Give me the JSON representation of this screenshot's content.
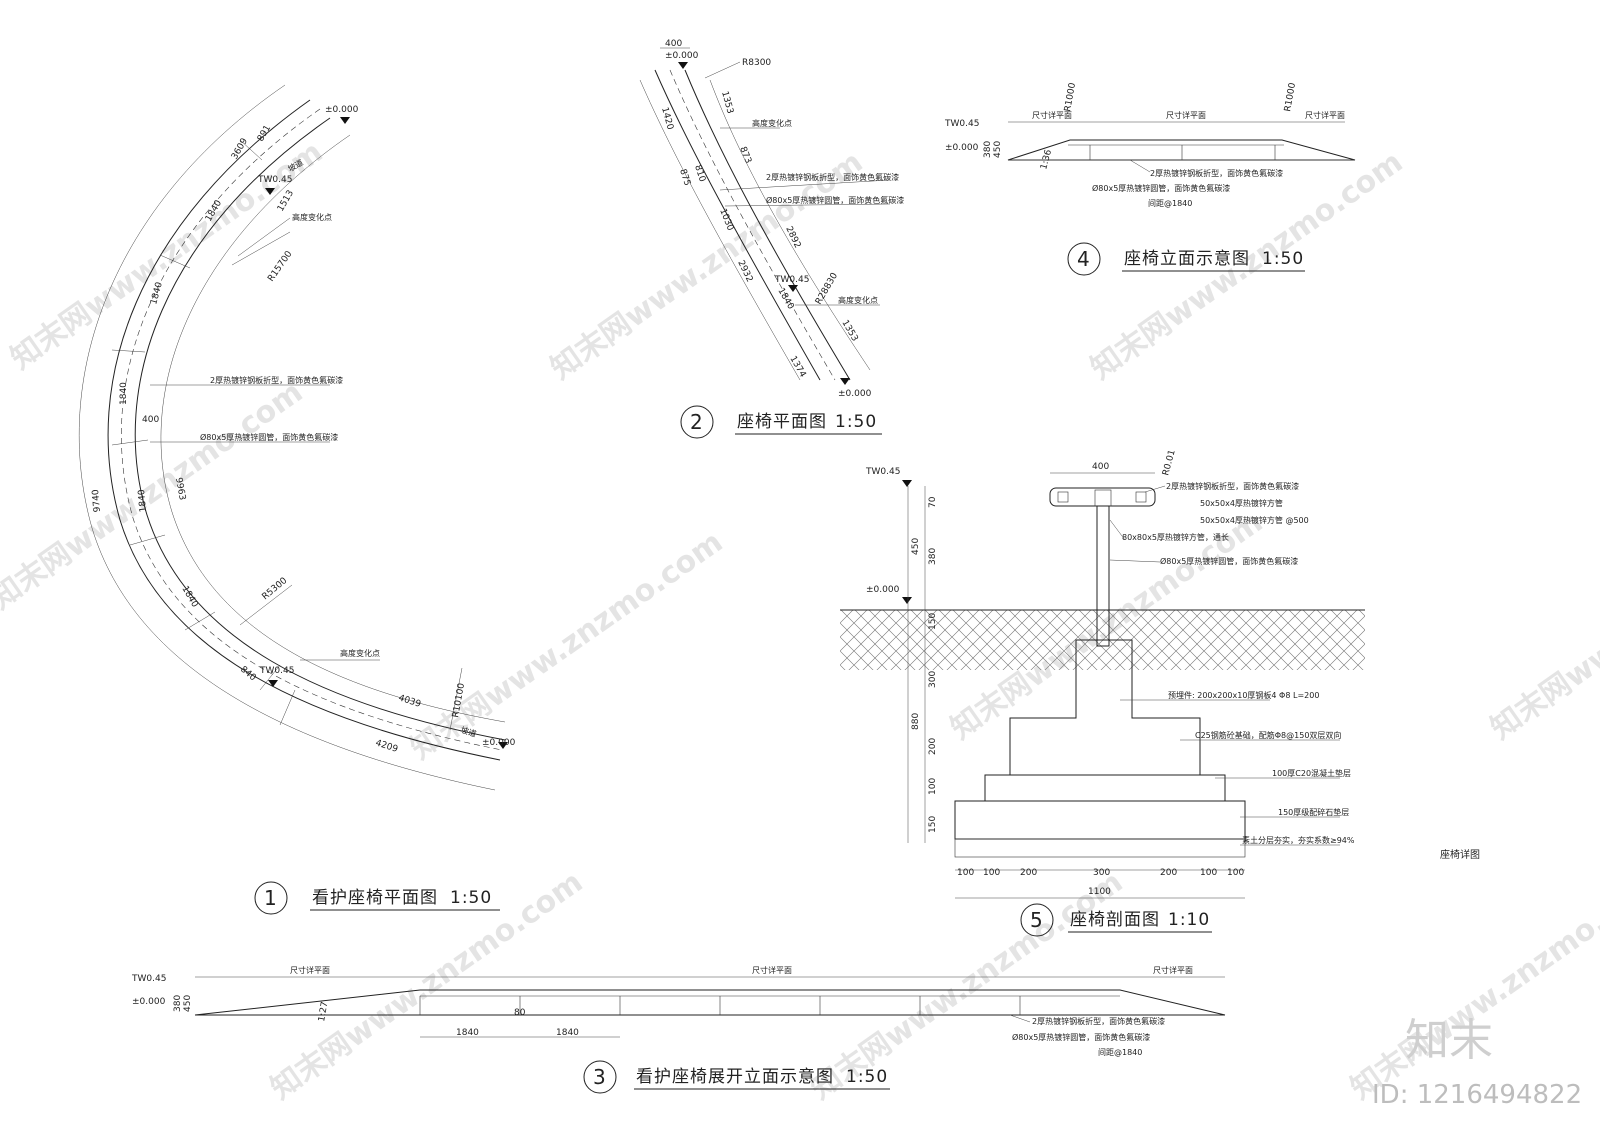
{
  "drawing1": {
    "number": "1",
    "title": "看护座椅平面图",
    "scale": "1:50",
    "level_top": "±0.000",
    "level_mid": "TW0.45",
    "level_mid2": "TW0.45",
    "level_bottom": "±0.000",
    "dims": [
      "3609",
      "891",
      "1840",
      "1513",
      "1840",
      "1840",
      "400",
      "9740",
      "9963",
      "1840",
      "1840",
      "840",
      "4039",
      "4209"
    ],
    "radius_outer": "R15700",
    "radius_inner": "R5300",
    "radius_end": "R10100",
    "note_change_top": "高度变化点",
    "note_change_bottom": "高度变化点",
    "note_slope_top": "坡道",
    "note_slope_bottom": "坡道",
    "note_plate": "2厚热镀锌钢板折型，面饰黄色氟碳漆",
    "note_pipe": "Ø80x5厚热镀锌圆管，面饰黄色氟碳漆"
  },
  "drawing2": {
    "number": "2",
    "title": "座椅平面图",
    "scale": "1:50",
    "level_top": "±0.000",
    "level_mid": "TW0.45",
    "level_bottom": "±0.000",
    "width_dim": "400",
    "radius_a": "R8300",
    "radius_b": "R28830",
    "dims": [
      "1420",
      "1353",
      "875",
      "810",
      "873",
      "1030",
      "2932",
      "2892",
      "1840",
      "1353",
      "1374"
    ],
    "note_change_top": "高度变化点",
    "note_change_bottom": "高度变化点",
    "note_plate": "2厚热镀锌钢板折型，面饰黄色氟碳漆",
    "note_pipe": "Ø80x5厚热镀锌圆管，面饰黄色氟碳漆"
  },
  "drawing3": {
    "number": "3",
    "title": "看护座椅展开立面示意图",
    "scale": "1:50",
    "level_top": "TW0.45",
    "level_bottom": "±0.000",
    "dim_h1": "380",
    "dim_h2": "450",
    "slope": "1:27",
    "gap": "80",
    "spacing_a": "1840",
    "spacing_b": "1840",
    "ref_left": "尺寸详平面",
    "ref_mid": "尺寸详平面",
    "ref_right": "尺寸详平面",
    "note_plate": "2厚热镀锌钢板折型，面饰黄色氟碳漆",
    "note_pipe": "Ø80x5厚热镀锌圆管，面饰黄色氟碳漆",
    "note_spacing": "间距@1840"
  },
  "drawing4": {
    "number": "4",
    "title": "座椅立面示意图",
    "scale": "1:50",
    "level_top": "TW0.45",
    "level_bottom": "±0.000",
    "dim_h1": "380",
    "dim_h2": "450",
    "slope": "1:36",
    "radius_left": "R1000",
    "radius_right": "R1000",
    "ref_left": "尺寸详平面",
    "ref_mid": "尺寸详平面",
    "ref_right": "尺寸详平面",
    "note_plate": "2厚热镀锌钢板折型，面饰黄色氟碳漆",
    "note_pipe": "Ø80x5厚热镀锌圆管，面饰黄色氟碳漆",
    "note_spacing": "间距@1840"
  },
  "drawing5": {
    "number": "5",
    "title": "座椅剖面图",
    "scale": "1:10",
    "level_top": "TW0.45",
    "level_ground": "±0.000",
    "top_width": "400",
    "radius": "R0.01",
    "vertical_dims": [
      "70",
      "380",
      "450",
      "150",
      "300",
      "880",
      "200",
      "100",
      "150"
    ],
    "bottom_dims": [
      "100",
      "100",
      "200",
      "300",
      "200",
      "100",
      "100"
    ],
    "total_width": "1100",
    "notes": [
      "2厚热镀锌钢板折型，面饰黄色氟碳漆",
      "50x50x4厚热镀锌方管",
      "50x50x4厚热镀锌方管 @500",
      "80x80x5厚热镀锌方管，通长",
      "Ø80x5厚热镀锌圆管，面饰黄色氟碳漆",
      "预埋件: 200x200x10厚钢板4 Φ8 L=200",
      "C25钢筋砼基础，配筋Φ8@150双层双向",
      "100厚C20混凝土垫层",
      "150厚级配碎石垫层",
      "素土分层夯实，夯实系数≥94%"
    ]
  },
  "sheet_label": "座椅详图",
  "watermark_text": "知末网www.znzmo.com",
  "brand_logo": "知末",
  "brand_id": "ID: 1216494822"
}
